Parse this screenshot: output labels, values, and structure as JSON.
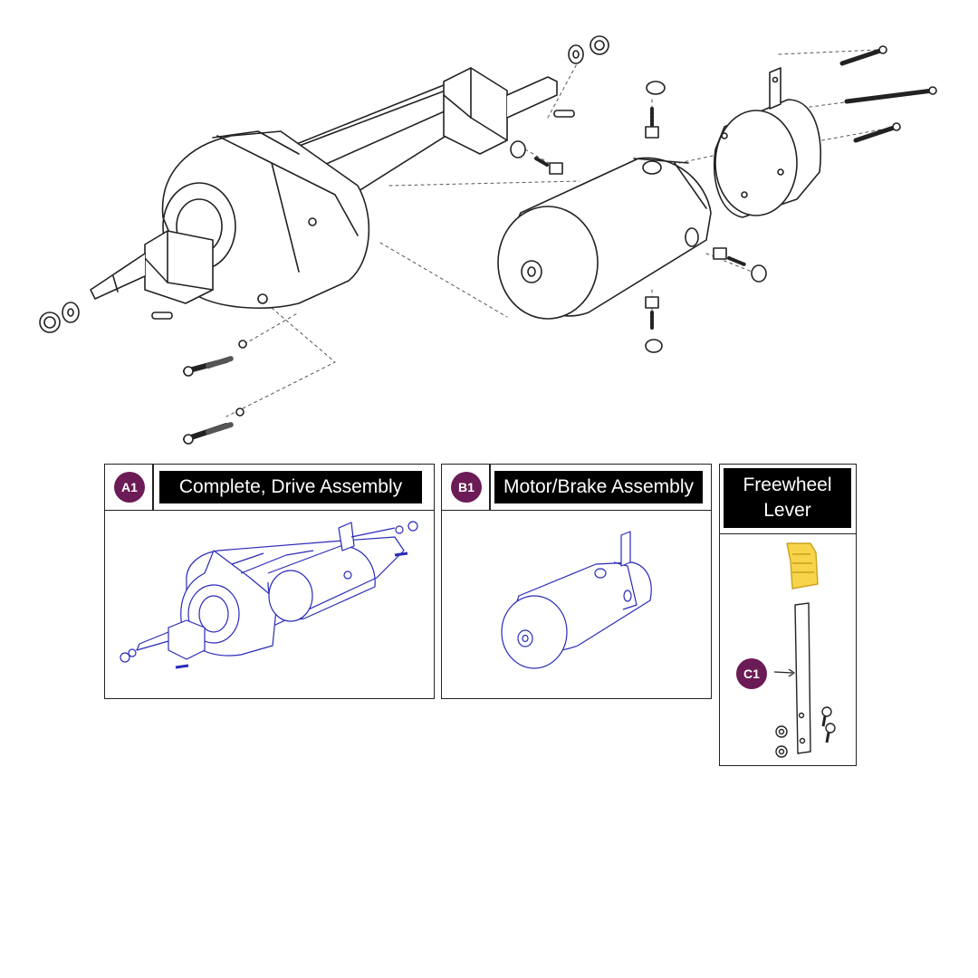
{
  "colors": {
    "badge": "#6b1b55",
    "line_art": "#222222",
    "assembly_highlight": "#2a2ab8",
    "lever_knob": "#f7d44a",
    "title_bg": "#000000",
    "title_text": "#ffffff"
  },
  "callouts": [
    {
      "id": "A1",
      "label": "Complete, Drive Assembly"
    },
    {
      "id": "B1",
      "label": "Motor/Brake Assembly"
    },
    {
      "id": "C1",
      "label_line1": "Freewheel",
      "label_line2": "Lever"
    }
  ],
  "icons": [
    "transaxle-drawing",
    "motor-drawing",
    "brake-drawing",
    "freewheel-lever-drawing"
  ]
}
